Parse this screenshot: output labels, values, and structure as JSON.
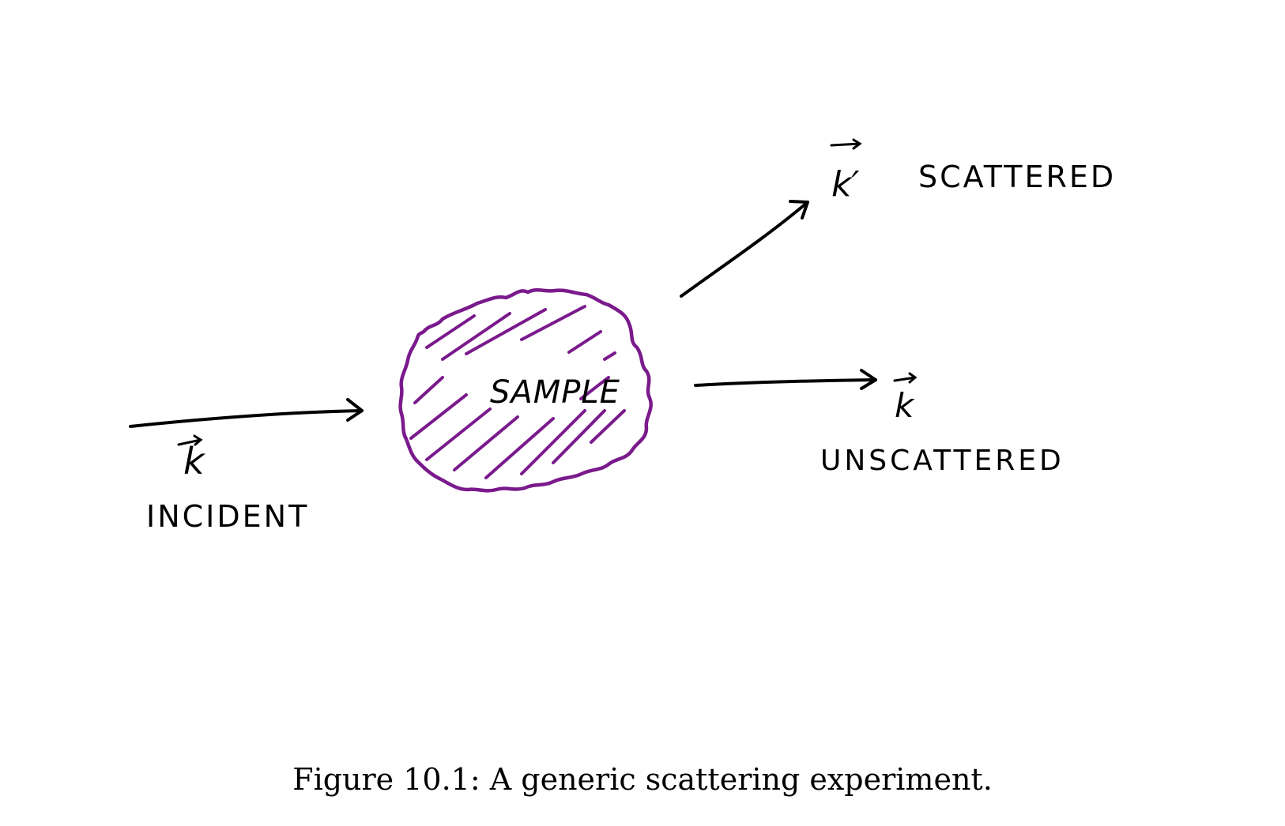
{
  "labels": {
    "sample": "SAMPLE",
    "incident": "INCIDENT",
    "incident_vector": "k",
    "scattered": "SCATTERED",
    "scattered_vector": "k′",
    "unscattered": "UNSCATTERED",
    "unscattered_vector": "k"
  },
  "caption": "Figure 10.1: A generic scattering experiment.",
  "colors": {
    "ink": "#000000",
    "sample": "#7a1a8c"
  }
}
